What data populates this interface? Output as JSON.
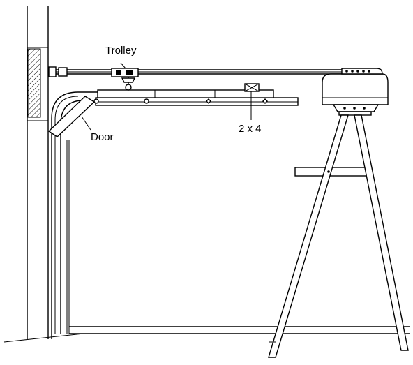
{
  "labels": {
    "trolley": "Trolley",
    "door": "Door",
    "board": "2 x 4"
  }
}
